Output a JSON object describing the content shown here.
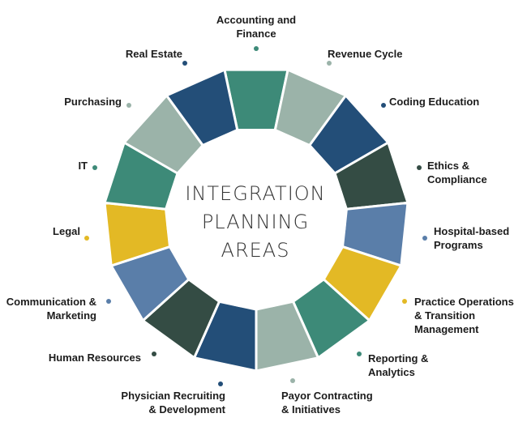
{
  "diagram": {
    "center_title": [
      "INTEGRATION",
      "PLANNING",
      "AREAS"
    ],
    "segments": [
      {
        "label": [
          "Accounting and",
          "Finance"
        ],
        "color": "#3d8a78"
      },
      {
        "label": [
          "Revenue Cycle"
        ],
        "color": "#9bb3a9"
      },
      {
        "label": [
          "Coding Education"
        ],
        "color": "#234e78"
      },
      {
        "label": [
          "Ethics &",
          "Compliance"
        ],
        "color": "#344c44"
      },
      {
        "label": [
          "Hospital-based",
          "Programs"
        ],
        "color": "#5a7ea9"
      },
      {
        "label": [
          "Practice Operations",
          "& Transition",
          "Management"
        ],
        "color": "#e3b925"
      },
      {
        "label": [
          "Reporting &",
          "Analytics"
        ],
        "color": "#3d8a78"
      },
      {
        "label": [
          "Payor Contracting",
          "& Initiatives"
        ],
        "color": "#9bb3a9"
      },
      {
        "label": [
          "Physician Recruiting",
          "& Development"
        ],
        "color": "#234e78"
      },
      {
        "label": [
          "Human Resources"
        ],
        "color": "#344c44"
      },
      {
        "label": [
          "Communication &",
          "Marketing"
        ],
        "color": "#5a7ea9"
      },
      {
        "label": [
          "Legal"
        ],
        "color": "#e3b925"
      },
      {
        "label": [
          "IT"
        ],
        "color": "#3d8a78"
      },
      {
        "label": [
          "Purchasing"
        ],
        "color": "#9bb3a9"
      },
      {
        "label": [
          "Real Estate"
        ],
        "color": "#234e78"
      }
    ]
  }
}
